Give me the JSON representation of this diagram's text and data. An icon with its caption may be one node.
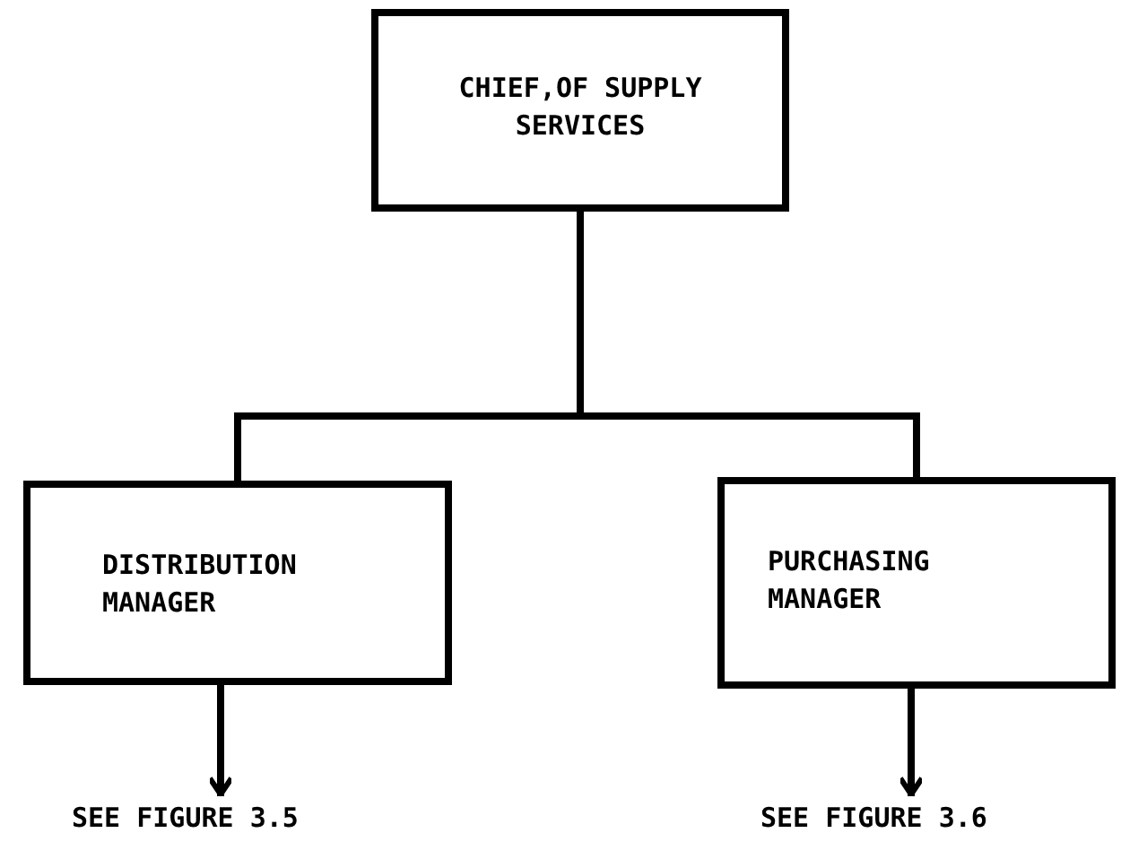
{
  "diagram": {
    "nodes": [
      {
        "text": [
          "CHIEF,OF SUPPLY SERVICES"
        ]
      },
      {
        "text": [
          "DISTRIBUTION MANAGER"
        ]
      },
      {
        "text": [
          "PURCHASING MANAGER"
        ]
      },
      {
        "text": [
          "SEE FIGURE 3.5"
        ]
      },
      {
        "text": [
          "SEE FIGURE 3.6"
        ]
      }
    ],
    "edges": [
      {
        "from": 0,
        "to": 1,
        "arrow": "none"
      },
      {
        "from": 0,
        "to": 2,
        "arrow": "none"
      },
      {
        "from": 1,
        "to": 3,
        "arrow": "to"
      },
      {
        "from": 2,
        "to": 4,
        "arrow": "to"
      }
    ]
  }
}
